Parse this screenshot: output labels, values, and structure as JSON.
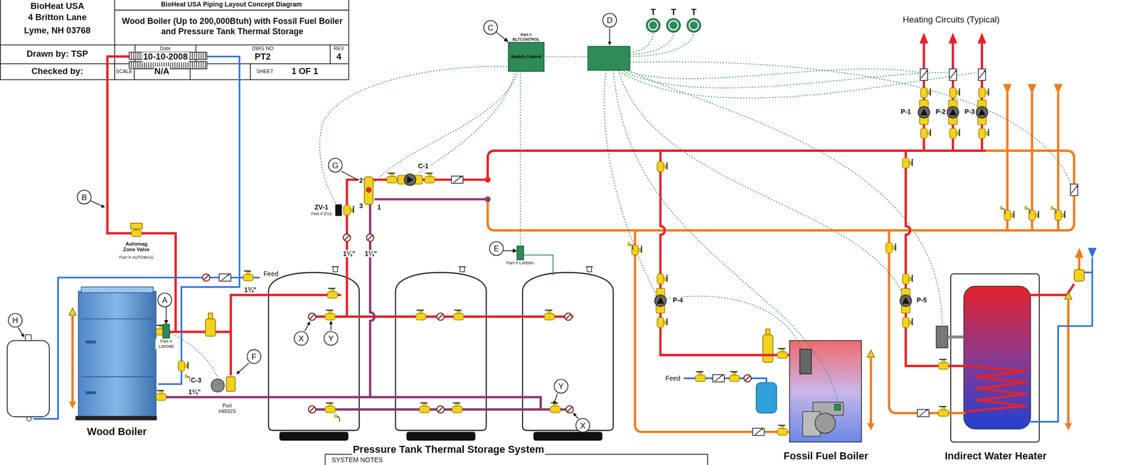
{
  "diagram": {
    "title": "Wood Boiler (Up to 200,000Btuh) with Fossil Fuel Boiler and Pressure Tank Thermal Storage",
    "nodes": [
      {
        "text": [
          "C"
        ]
      },
      {
        "text": [
          "Part # BLTCONTROL",
          "Switch Control"
        ]
      },
      {
        "text": [
          "D"
        ]
      },
      {
        "text": [
          "T"
        ]
      },
      {
        "text": [
          "T"
        ]
      },
      {
        "text": [
          "T"
        ]
      },
      {
        "text": [
          "G"
        ]
      },
      {
        "text": [
          "B"
        ]
      },
      {
        "text": [
          "A"
        ]
      },
      {
        "text": [
          "Part # L4006B"
        ]
      },
      {
        "text": [
          "H"
        ]
      },
      {
        "text": [
          "F"
        ]
      },
      {
        "text": [
          "E"
        ]
      },
      {
        "text": [
          "Part # L4008A"
        ]
      },
      {
        "text": [
          "X"
        ]
      },
      {
        "text": [
          "Y"
        ]
      },
      {
        "text": [
          "Y"
        ]
      },
      {
        "text": [
          "X"
        ]
      }
    ],
    "edges": [
      {
        "from": 0,
        "to": 1,
        "arrow": "to"
      },
      {
        "from": 1,
        "to": 13,
        "arrow": "none"
      },
      {
        "from": 8,
        "to": 9,
        "arrow": "to"
      },
      {
        "from": 12,
        "to": 13,
        "arrow": "to"
      }
    ],
    "labels": [
      "BioHeat USA",
      "4 Britton Lane",
      "Lyme, NH 03768",
      "BioHeat USA Piping Layout Concept Diagram",
      "Drawn by: TSP",
      "Date",
      "10-10-2008",
      "DWG NO",
      "PT2",
      "REV",
      "4",
      "Checked by:",
      "SCALE",
      "N/A",
      "SHEET",
      "1 OF 1",
      "Heating Circuits (Typical)",
      "C-1",
      "2",
      "3",
      "1",
      "ZV-1",
      "Part # ZV1",
      "1¼\"",
      "1¼\"",
      "Automag Zone Valve",
      "Part # AUTOMAG",
      "Feed",
      "1¼\"",
      "1¼\"",
      "C-3",
      "Part #4832S",
      "Wood Boiler",
      "Pressure Tank Thermal Storage System",
      "P-1",
      "P-2",
      "P-3",
      "P-4",
      "P-5",
      "Feed",
      "Fossil Fuel Boiler",
      "Indirect Water Heater",
      "SYSTEM NOTES"
    ]
  }
}
